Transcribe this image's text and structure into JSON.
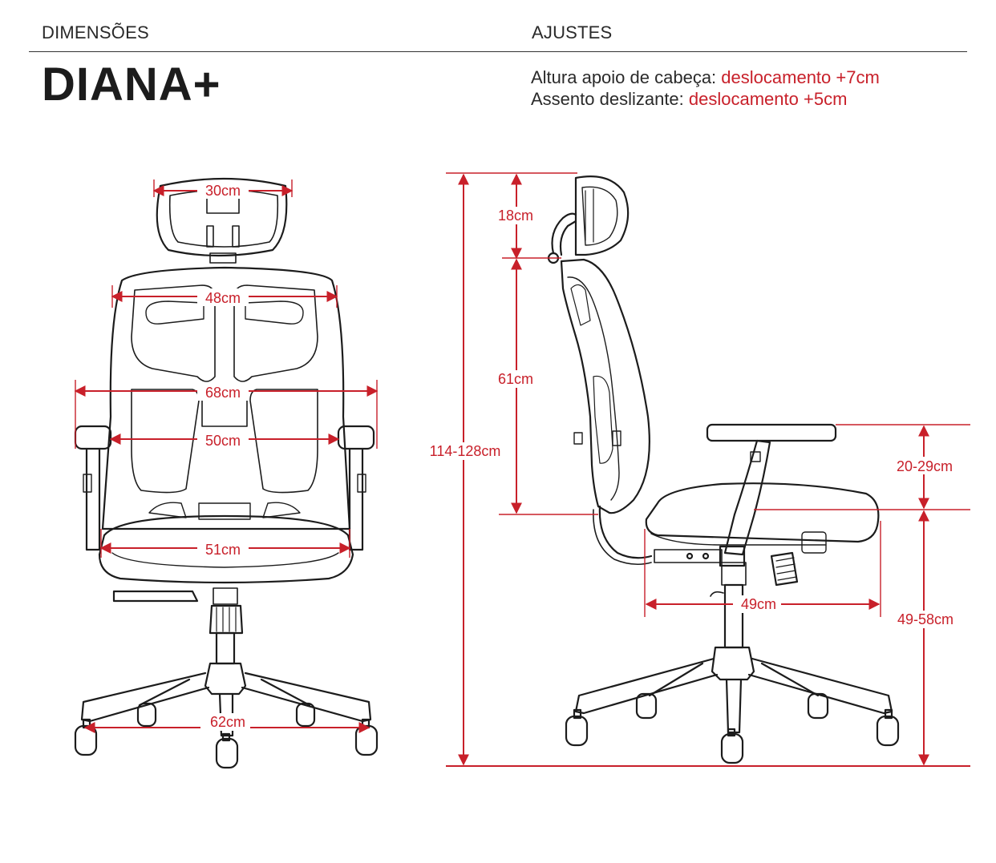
{
  "header": {
    "left_label": "DIMENSÕES",
    "right_label": "AJUSTES",
    "product_title": "DIANA+"
  },
  "adjustments": [
    {
      "label": "Altura apoio de cabeça:",
      "value": "deslocamento +7cm"
    },
    {
      "label": "Assento deslizante:",
      "value": "deslocamento +5cm"
    }
  ],
  "dimensions": {
    "headrest_width": "30cm",
    "backrest_width": "48cm",
    "armrest_outer_width": "68cm",
    "armrest_inner_width": "50cm",
    "seat_width": "51cm",
    "base_width": "62cm",
    "headrest_height": "18cm",
    "backrest_height": "61cm",
    "total_height": "114-128cm",
    "armrest_height": "20-29cm",
    "seat_depth": "49cm",
    "seat_height": "49-58cm"
  },
  "colors": {
    "accent": "#c8202a",
    "line": "#1c1c1c"
  }
}
